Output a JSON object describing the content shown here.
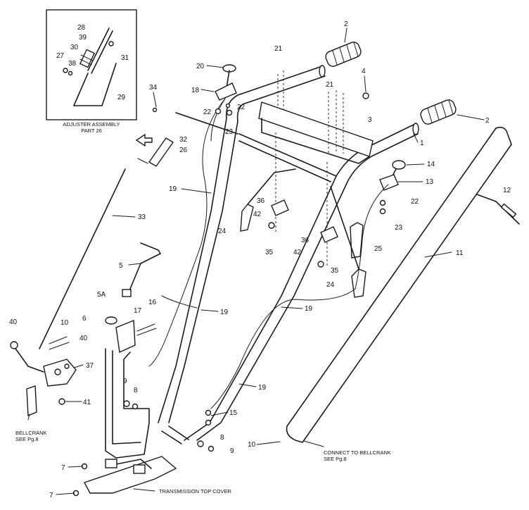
{
  "inset_title": [
    "ADJUSTER ASSEMBLY",
    "PART 26"
  ],
  "notes": {
    "bellcrank_left": [
      "BELLCRANK",
      "SEE Pg.8"
    ],
    "connect_bellcrank": [
      "CONNECT TO BELLCRANK",
      "SEE Pg.8"
    ],
    "transmission_cover": "TRANSMISSION TOP COVER"
  },
  "callouts": [
    {
      "id": "c28",
      "text": "28"
    },
    {
      "id": "c39",
      "text": "39"
    },
    {
      "id": "c30",
      "text": "30"
    },
    {
      "id": "c31",
      "text": "31"
    },
    {
      "id": "c27",
      "text": "27"
    },
    {
      "id": "c38",
      "text": "38"
    },
    {
      "id": "c29",
      "text": "29"
    },
    {
      "id": "c2a",
      "text": "2"
    },
    {
      "id": "c2b",
      "text": "2"
    },
    {
      "id": "c21a",
      "text": "21"
    },
    {
      "id": "c21b",
      "text": "21"
    },
    {
      "id": "c4",
      "text": "4"
    },
    {
      "id": "c3",
      "text": "3"
    },
    {
      "id": "c1",
      "text": "1"
    },
    {
      "id": "c20",
      "text": "20"
    },
    {
      "id": "c18",
      "text": "18"
    },
    {
      "id": "c34",
      "text": "34"
    },
    {
      "id": "c22a",
      "text": "22"
    },
    {
      "id": "c22b",
      "text": "22"
    },
    {
      "id": "c23a",
      "text": "23"
    },
    {
      "id": "c32",
      "text": "32"
    },
    {
      "id": "c26",
      "text": "26"
    },
    {
      "id": "c14",
      "text": "14"
    },
    {
      "id": "c13",
      "text": "13"
    },
    {
      "id": "c22c",
      "text": "22"
    },
    {
      "id": "c23b",
      "text": "23"
    },
    {
      "id": "c12",
      "text": "12"
    },
    {
      "id": "c19a",
      "text": "19"
    },
    {
      "id": "c33",
      "text": "33"
    },
    {
      "id": "c36a",
      "text": "36"
    },
    {
      "id": "c42a",
      "text": "42"
    },
    {
      "id": "c24a",
      "text": "24"
    },
    {
      "id": "c35a",
      "text": "35"
    },
    {
      "id": "c36b",
      "text": "36"
    },
    {
      "id": "c42b",
      "text": "42"
    },
    {
      "id": "c25",
      "text": "25"
    },
    {
      "id": "c35b",
      "text": "35"
    },
    {
      "id": "c11",
      "text": "11"
    },
    {
      "id": "c5",
      "text": "5"
    },
    {
      "id": "c24b",
      "text": "24"
    },
    {
      "id": "c5a",
      "text": "5A"
    },
    {
      "id": "c16",
      "text": "16"
    },
    {
      "id": "c17",
      "text": "17"
    },
    {
      "id": "c19b",
      "text": "19"
    },
    {
      "id": "c19c",
      "text": "19"
    },
    {
      "id": "c6",
      "text": "6"
    },
    {
      "id": "c40a",
      "text": "40"
    },
    {
      "id": "c10a",
      "text": "10"
    },
    {
      "id": "c40b",
      "text": "40"
    },
    {
      "id": "c37",
      "text": "37"
    },
    {
      "id": "c41",
      "text": "41"
    },
    {
      "id": "c19d",
      "text": "19"
    },
    {
      "id": "c9a",
      "text": "9"
    },
    {
      "id": "c8a",
      "text": "8"
    },
    {
      "id": "c15",
      "text": "15"
    },
    {
      "id": "c8b",
      "text": "8"
    },
    {
      "id": "c9b",
      "text": "9"
    },
    {
      "id": "c10b",
      "text": "10"
    },
    {
      "id": "c7a",
      "text": "7"
    },
    {
      "id": "c7b",
      "text": "7"
    }
  ]
}
